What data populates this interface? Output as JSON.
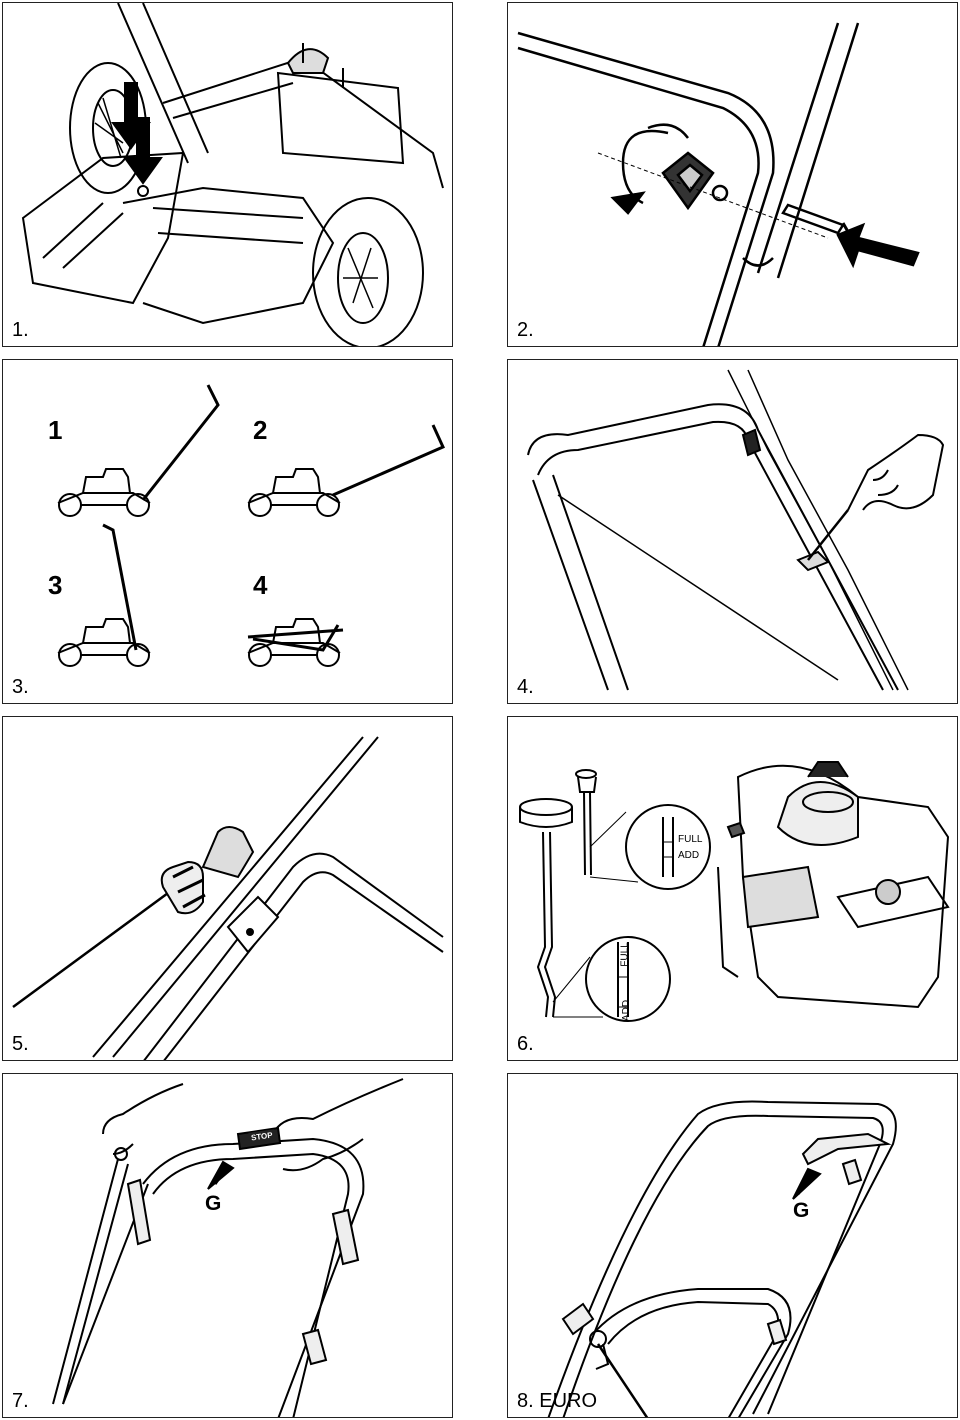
{
  "panels": [
    {
      "caption": "1."
    },
    {
      "caption": "2."
    },
    {
      "caption": "3.",
      "sub_labels": [
        "1",
        "2",
        "3",
        "4"
      ]
    },
    {
      "caption": "4."
    },
    {
      "caption": "5."
    },
    {
      "caption": "6.",
      "gauge_marks": [
        "FULL",
        "ADD",
        "FULL",
        "ADD"
      ]
    },
    {
      "caption": "7.",
      "letter": "G",
      "handle_label": "STOP"
    },
    {
      "caption": "8. EURO",
      "letter": "G"
    }
  ]
}
